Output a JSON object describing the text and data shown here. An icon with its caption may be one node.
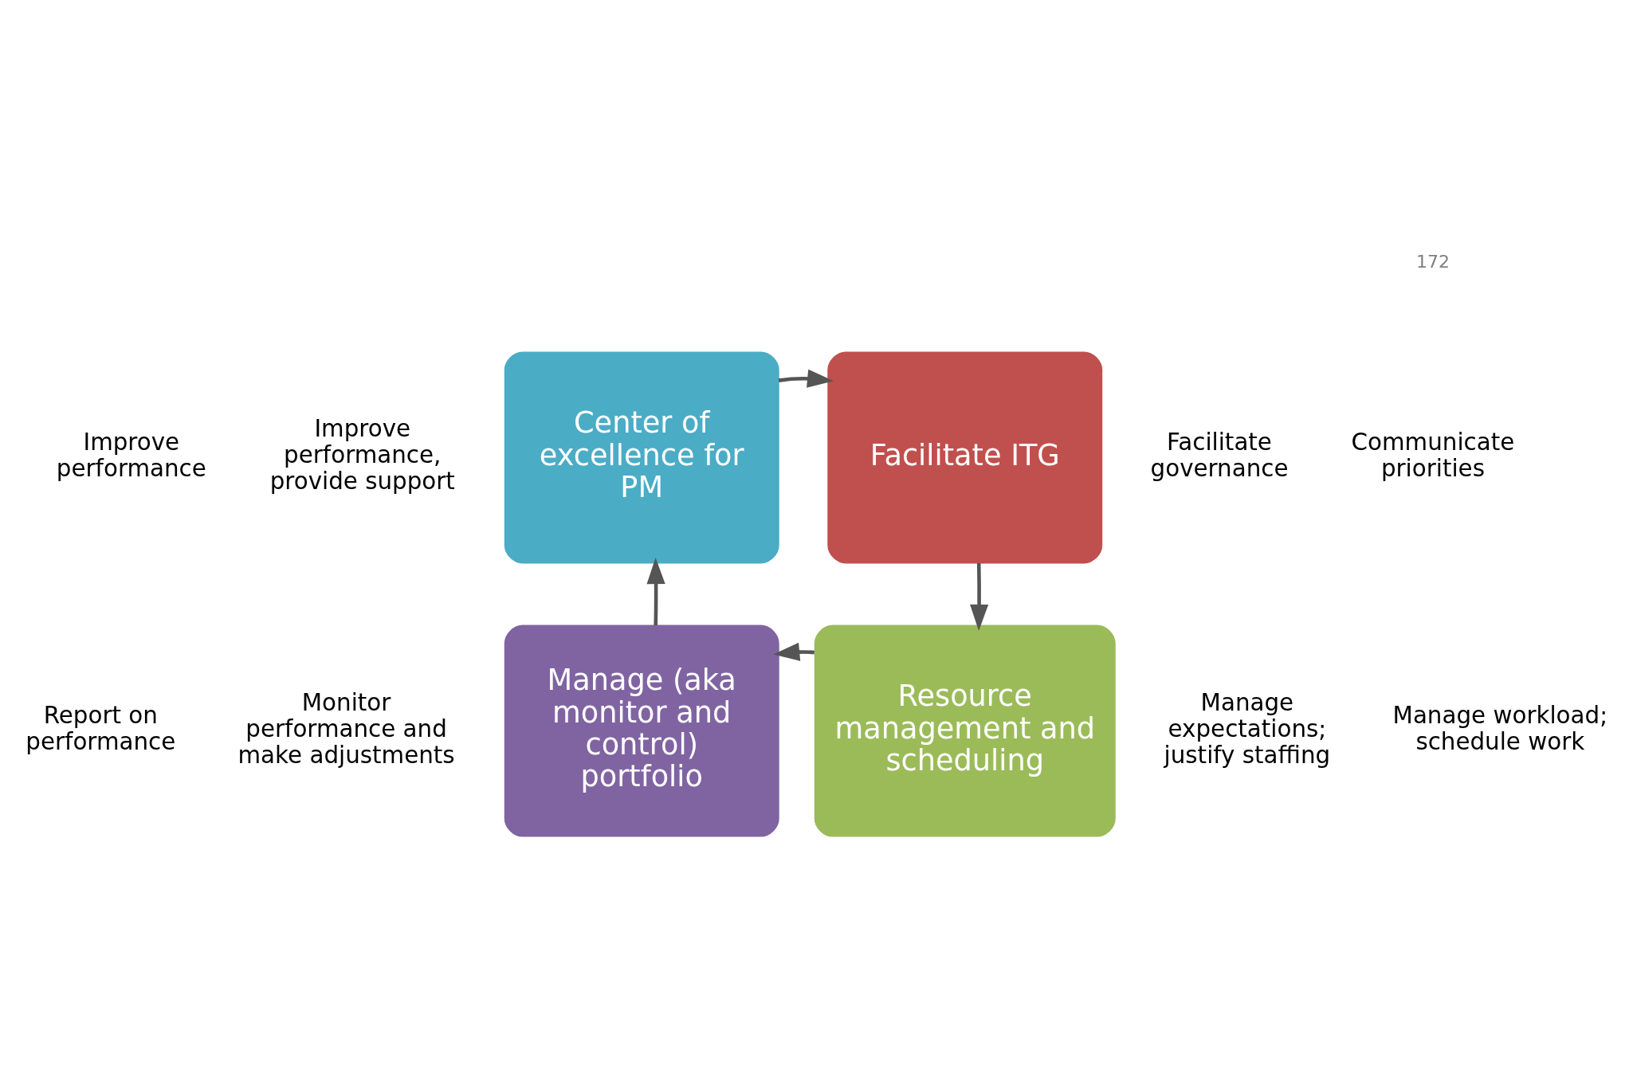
{
  "diagram": {
    "nodes": [
      {
        "text": [
          "Center of excellence for PM"
        ]
      },
      {
        "text": [
          "Facilitate ITG"
        ]
      },
      {
        "text": [
          "Manage (aka monitor and control) portfolio"
        ]
      },
      {
        "text": [
          "Resource management and scheduling"
        ]
      }
    ],
    "edges": [
      {
        "from": 0,
        "to": 1,
        "arrow": "to"
      },
      {
        "from": 1,
        "to": 3,
        "arrow": "to"
      },
      {
        "from": 3,
        "to": 2,
        "arrow": "to"
      },
      {
        "from": 2,
        "to": 0,
        "arrow": "to"
      }
    ],
    "labels": [
      "172",
      "Improve performance",
      "Improve performance, provide support",
      "Report on performance",
      "Monitor performance and make adjustments",
      "Facilitate governance",
      "Communicate priorities",
      "Manage expectations; justify staffing",
      "Manage workload; schedule work"
    ]
  }
}
